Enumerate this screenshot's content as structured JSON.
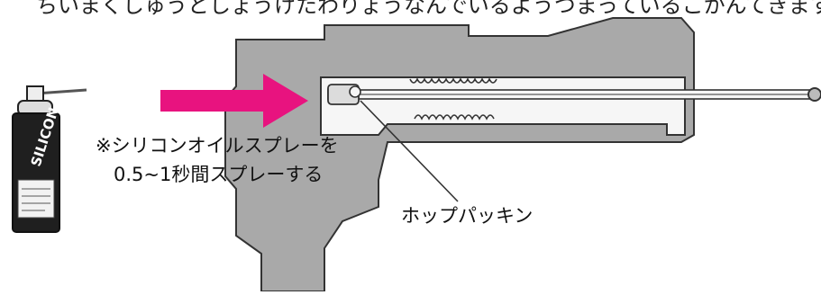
{
  "colors": {
    "body_gray": "#a9a9a9",
    "outline": "#333333",
    "arrow": "#e8137f",
    "can_body": "#1f1f1f",
    "barrel": "#f6f6f6"
  },
  "labels": {
    "note_line1": "※シリコンオイルスプレーを",
    "note_line2": "0.5~1秒間スプレーする",
    "part_label": "ホップパッキン",
    "top_partial": "ちいまくしゅうとしょうけたわりょうなんでいるようつまっているこかんてきます"
  },
  "can": {
    "brand": "SILICON"
  },
  "icons": {
    "spray_can": "spray-can-icon",
    "arrow": "right-arrow-icon"
  }
}
